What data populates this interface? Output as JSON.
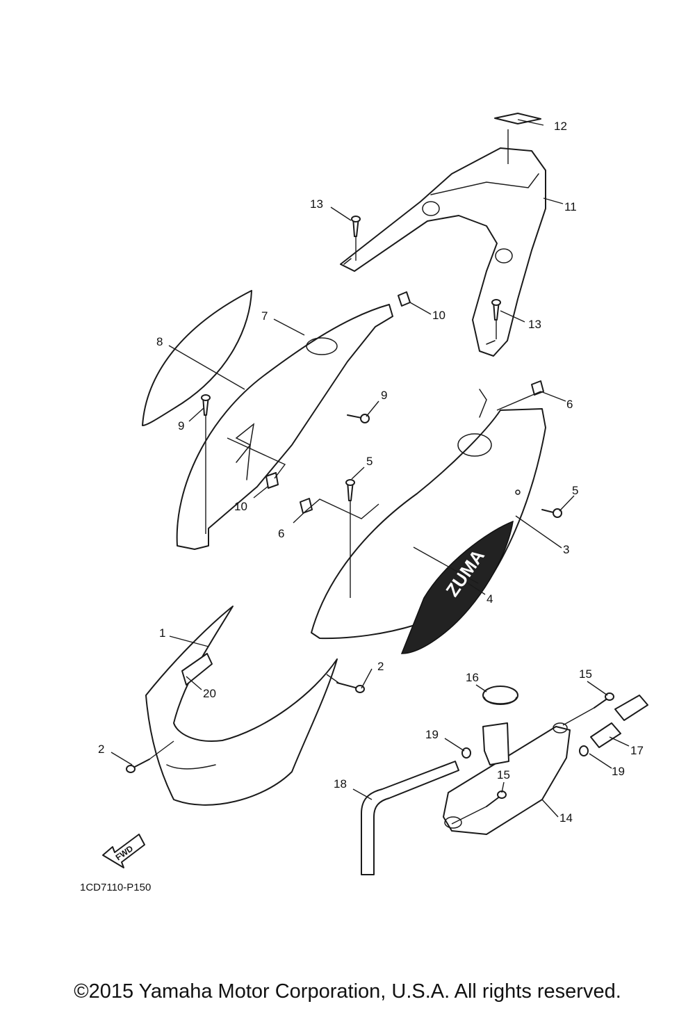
{
  "diagram": {
    "code": "1CD7110-P150",
    "fwd_label": "FWD",
    "decal_text": "ZUMA",
    "callouts": {
      "c1": "1",
      "c2a": "2",
      "c2b": "2",
      "c3": "3",
      "c4": "4",
      "c5a": "5",
      "c5b": "5",
      "c6a": "6",
      "c6b": "6",
      "c7": "7",
      "c8": "8",
      "c9a": "9",
      "c9b": "9",
      "c10a": "10",
      "c10b": "10",
      "c11": "11",
      "c12": "12",
      "c13a": "13",
      "c13b": "13",
      "c14": "14",
      "c15a": "15",
      "c15b": "15",
      "c16": "16",
      "c17": "17",
      "c18": "18",
      "c19a": "19",
      "c19b": "19",
      "c20": "20"
    }
  },
  "footer": {
    "copyright": "©2015 Yamaha Motor Corporation, U.S.A. All rights reserved."
  }
}
